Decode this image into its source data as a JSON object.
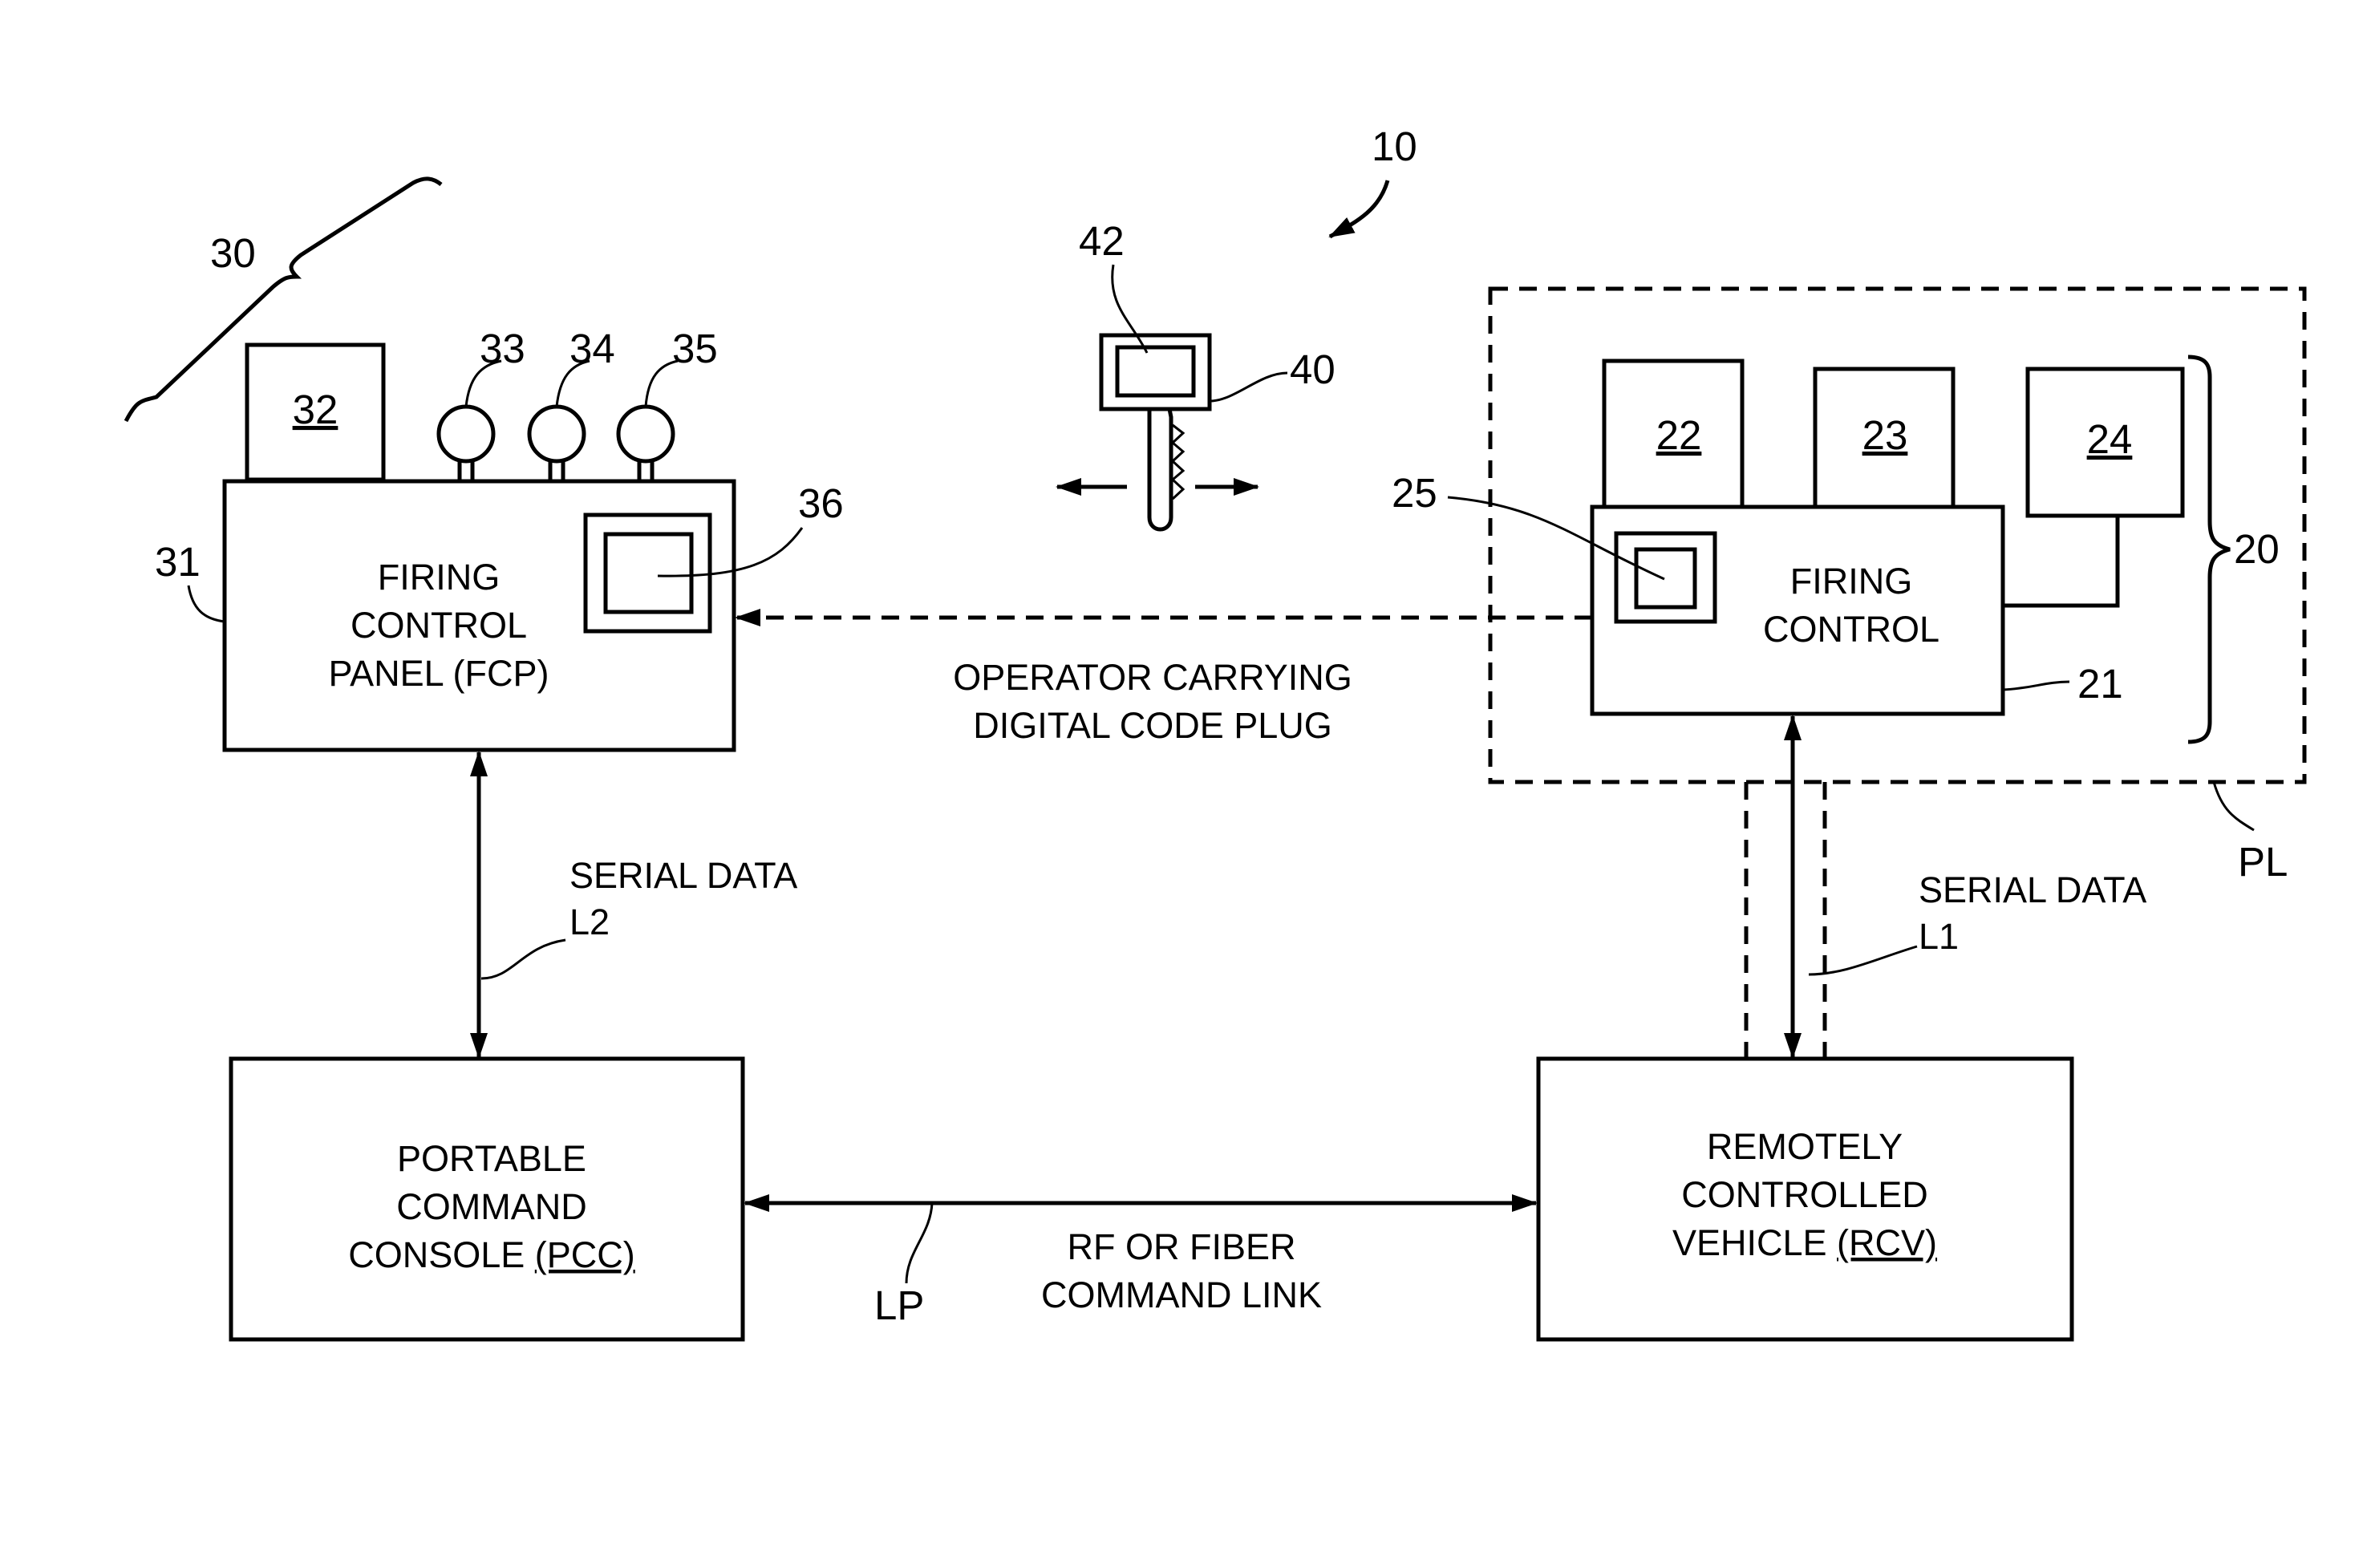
{
  "system": {
    "ref": "10"
  },
  "fcp_group": {
    "bracket_ref": "30",
    "panel_ref": "31",
    "panel_label": [
      "FIRING",
      "CONTROL",
      "PANEL (FCP)"
    ],
    "device_ref": "32",
    "indicator_refs": [
      "33",
      "34",
      "35"
    ],
    "port_ref": "36"
  },
  "code_plug": {
    "plug_ref": "40",
    "chip_ref": "42"
  },
  "payload": {
    "group_ref": "20",
    "payload_ref": "PL",
    "firing_control_ref": "21",
    "firing_control_label": [
      "FIRING",
      "CONTROL"
    ],
    "module_refs": [
      "22",
      "23",
      "24"
    ],
    "port_ref": "25"
  },
  "operator_link_label": [
    "OPERATOR CARRYING",
    "DIGITAL CODE PLUG"
  ],
  "link_l2": {
    "label": "SERIAL DATA",
    "ref": "L2"
  },
  "link_l1": {
    "label": "SERIAL DATA",
    "ref": "L1"
  },
  "pcc": {
    "label_lines": [
      "PORTABLE",
      "COMMAND"
    ],
    "label_prefix": "CONSOLE ",
    "label_abbr": "(PCC)"
  },
  "rcv": {
    "label_lines": [
      "REMOTELY",
      "CONTROLLED"
    ],
    "label_prefix": "VEHICLE ",
    "label_abbr": "(RCV)"
  },
  "command_link": {
    "ref": "LP",
    "label": [
      "RF OR FIBER",
      "COMMAND LINK"
    ]
  }
}
